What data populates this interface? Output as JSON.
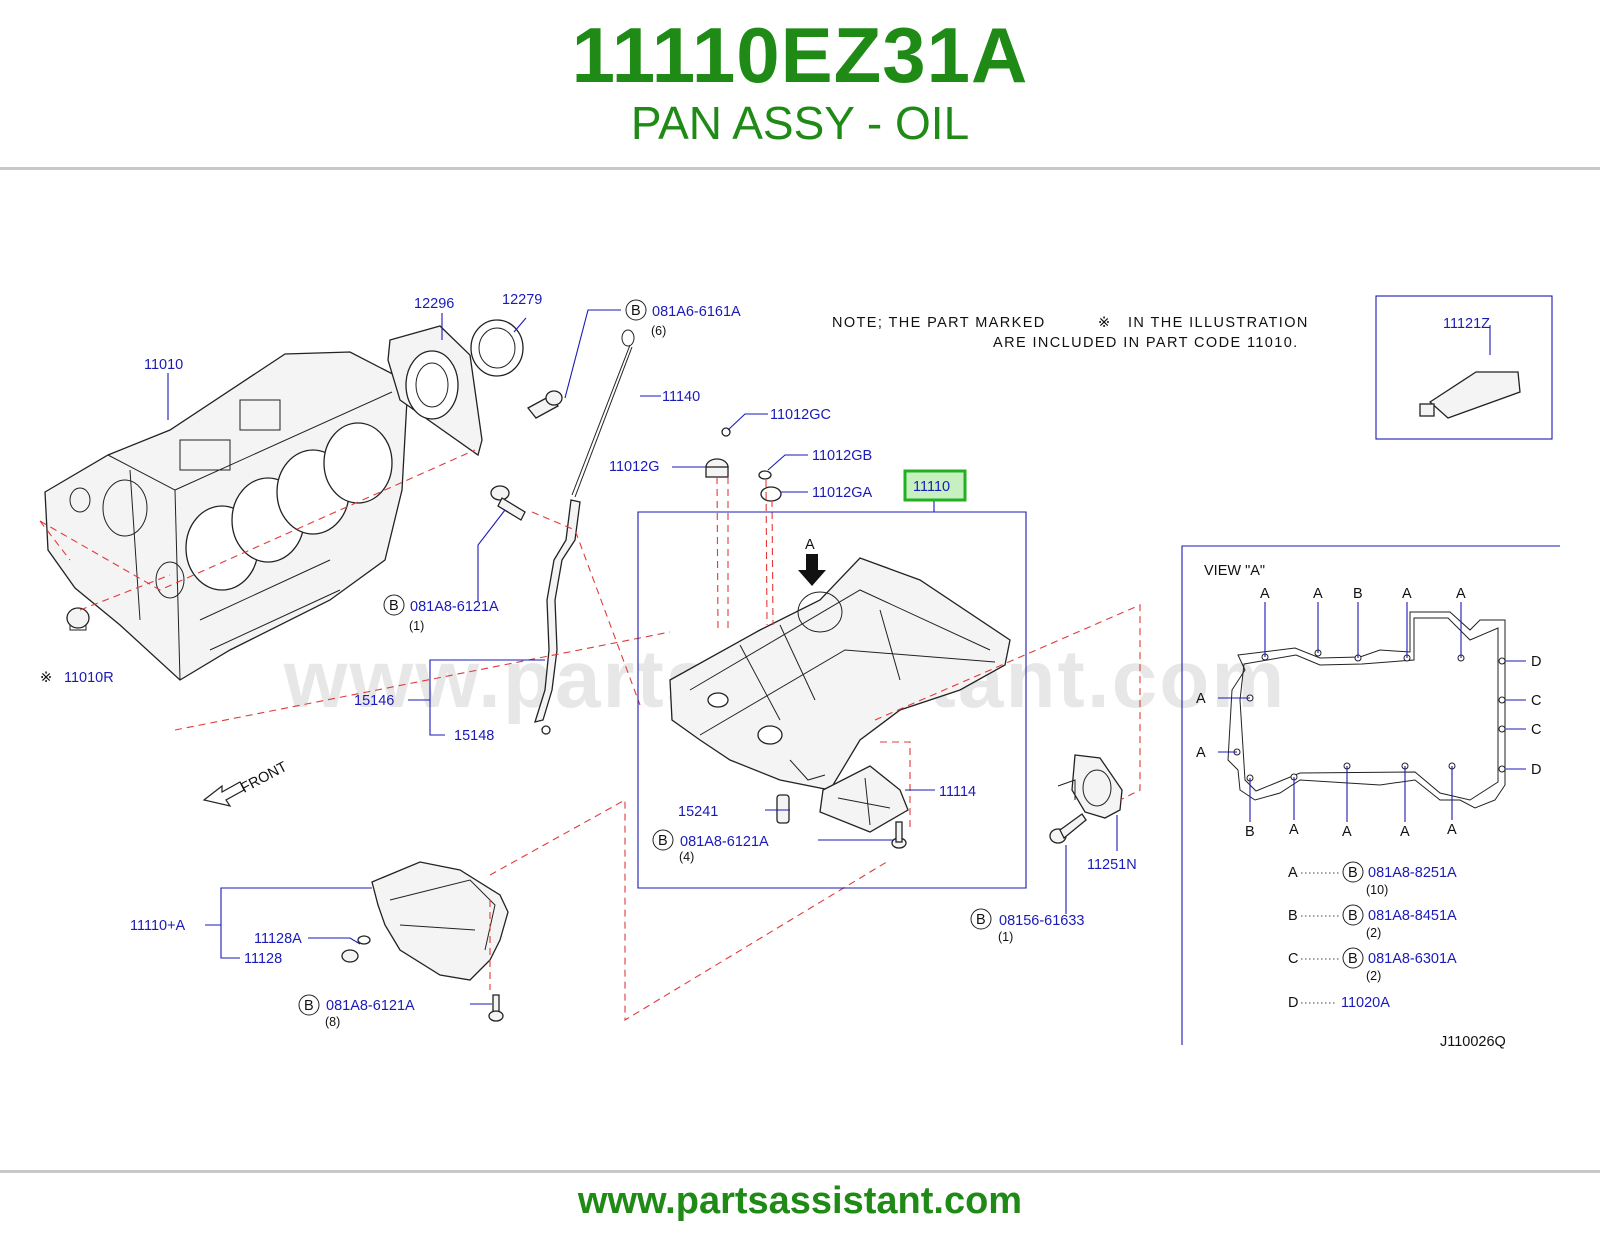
{
  "header": {
    "part_number": "11110EZ31A",
    "part_name": "PAN ASSY - OIL"
  },
  "footer": {
    "url": "www.partsassistant.com"
  },
  "watermark": "www.partsassistant.com",
  "note": {
    "line1_a": "NOTE;  THE  PART  MARKED",
    "line1_b": "IN  THE  ILLUSTRATION",
    "line2": "ARE  INCLUDED  IN  PART  CODE  11010.",
    "mark_symbol": "※"
  },
  "callouts": {
    "c11010": "11010",
    "c12296": "12296",
    "c12279": "12279",
    "c081A6_6161A": "081A6-6161A",
    "c081A6_6161A_qty": "(6)",
    "c11140": "11140",
    "c11012GC": "11012GC",
    "c11012G": "11012G",
    "c11012GB": "11012GB",
    "c11012GA": "11012GA",
    "c11110": "11110",
    "c11121Z": "11121Z",
    "c081A8_6121A_a": "081A8-6121A",
    "c081A8_6121A_a_qty": "(1)",
    "c11010R": "11010R",
    "c15146": "15146",
    "c15148": "15148",
    "front": "FRONT",
    "arrow_a": "A",
    "c15241": "15241",
    "c11114": "11114",
    "c081A8_6121A_b": "081A8-6121A",
    "c081A8_6121A_b_qty": "(4)",
    "c11251N": "11251N",
    "c08156_61633": "08156-61633",
    "c08156_61633_qty": "(1)",
    "c11110A": "11110+A",
    "c11128A": "11128A",
    "c11128": "11128",
    "c081A8_6121A_c": "081A8-6121A",
    "c081A8_6121A_c_qty": "(8)",
    "bolt_marker": "B"
  },
  "view_a": {
    "title": "VIEW  \"A\"",
    "top_letters": [
      "A",
      "A",
      "B",
      "A",
      "A"
    ],
    "right_letters": [
      "D",
      "C",
      "C",
      "D"
    ],
    "left_letters": [
      "A",
      "A"
    ],
    "bottom_letters": [
      "B",
      "A",
      "A",
      "A",
      "A"
    ],
    "legend": [
      {
        "key": "A",
        "code": "081A8-8251A",
        "qty": "(10)"
      },
      {
        "key": "B",
        "code": "081A8-8451A",
        "qty": "(2)"
      },
      {
        "key": "C",
        "code": "081A8-6301A",
        "qty": "(2)"
      },
      {
        "key": "D",
        "code": "11020A",
        "qty": ""
      }
    ],
    "drawing_code": "J110026Q"
  },
  "colors": {
    "brand_green": "#1f8a16",
    "callout_blue": "#1a1ab8",
    "highlight_green": "#22b022",
    "dashed_red": "#e03b3b"
  }
}
